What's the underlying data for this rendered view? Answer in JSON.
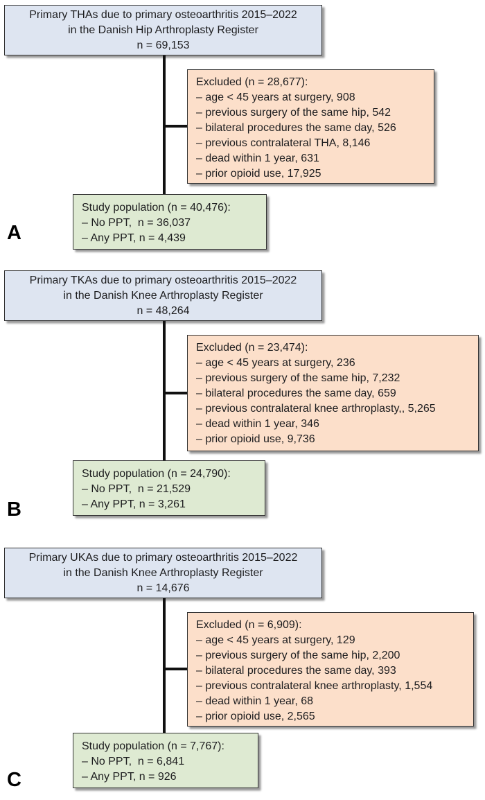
{
  "colors": {
    "box-blue": "#dee5f1",
    "box-peach": "#fcdfca",
    "box-green": "#deead2",
    "border": "#323232",
    "line": "#111111",
    "text": "#1d1d1f",
    "shadow": "#9b9b9b"
  },
  "panels": [
    {
      "label": "A",
      "source": {
        "line1": "Primary THAs due to primary osteoarthritis 2015–2022",
        "line2": "in the Danish Hip Arthroplasty Register",
        "line3": "n = 69,153"
      },
      "excluded": {
        "title": "Excluded (n = 28,677):",
        "items": [
          "– age < 45 years at surgery, 908",
          "– previous surgery of the same hip, 542",
          "– bilateral procedures the same day, 526",
          "– previous contralateral THA, 8,146",
          "– dead within 1 year, 631",
          "– prior opioid use, 17,925"
        ]
      },
      "study": {
        "title": "Study population (n = 40,476):",
        "items": [
          "– No PPT,  n = 36,037",
          "– Any PPT, n = 4,439"
        ]
      }
    },
    {
      "label": "B",
      "source": {
        "line1": "Primary TKAs due to primary osteoarthritis 2015–2022",
        "line2": "in the Danish Knee Arthroplasty Register",
        "line3": "n = 48,264"
      },
      "excluded": {
        "title": "Excluded (n = 23,474):",
        "items": [
          "– age < 45 years at surgery, 236",
          "– previous surgery of the same hip, 7,232",
          "– bilateral procedures the same day, 659",
          "– previous contralateral knee arthroplasty,, 5,265",
          "– dead within 1 year, 346",
          "– prior opioid use, 9,736"
        ]
      },
      "study": {
        "title": "Study population (n = 24,790):",
        "items": [
          "– No PPT,  n = 21,529",
          "– Any PPT, n = 3,261"
        ]
      }
    },
    {
      "label": "C",
      "source": {
        "line1": "Primary UKAs due to primary osteoarthritis 2015–2022",
        "line2": "in the Danish Knee Arthroplasty Register",
        "line3": "n = 14,676"
      },
      "excluded": {
        "title": "Excluded (n = 6,909):",
        "items": [
          "– age < 45 years at surgery, 129",
          "– previous surgery of the same hip, 2,200",
          "– bilateral procedures the same day, 393",
          "– previous contralateral knee arthroplasty, 1,554",
          "– dead within 1 year, 68",
          "– prior opioid use, 2,565"
        ]
      },
      "study": {
        "title": "Study population (n = 7,767):",
        "items": [
          "– No PPT,  n = 6,841",
          "– Any PPT, n = 926"
        ]
      }
    }
  ]
}
